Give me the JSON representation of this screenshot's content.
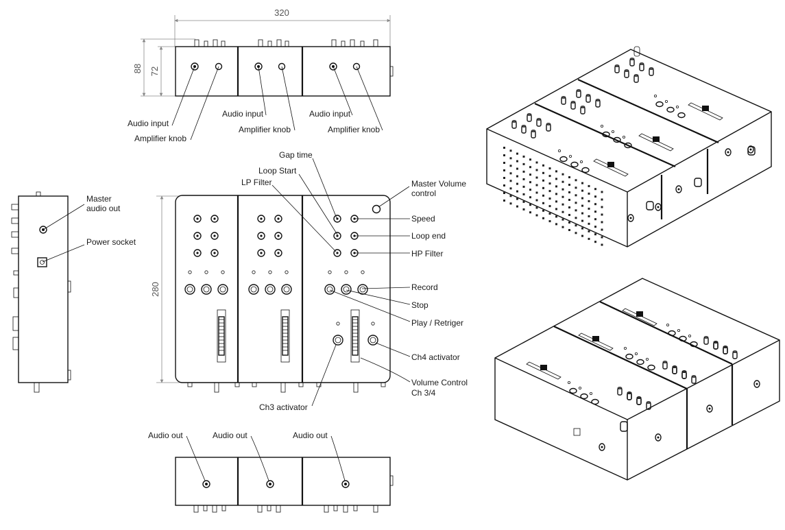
{
  "dimensions": {
    "width": "320",
    "height_outer": "88",
    "height_inner": "72",
    "depth": "280"
  },
  "labels": {
    "audio_input": "Audio input",
    "amplifier_knob": "Amplifier knob",
    "master_audio_out_1": "Master",
    "master_audio_out_2": "audio out",
    "power_socket": "Power socket",
    "gap_time": "Gap time",
    "loop_start": "Loop Start",
    "lp_filter": "LP Filter",
    "master_volume_1": "Master Volume",
    "master_volume_2": "control",
    "speed": "Speed",
    "loop_end": "Loop end",
    "hp_filter": "HP Filter",
    "record": "Record",
    "stop": "Stop",
    "play_retrigger": "Play / Retriger",
    "ch4_activator": "Ch4 activator",
    "volume_control_1": "Volume Control",
    "volume_control_2": "Ch 3/4",
    "ch3_activator": "Ch3 activator",
    "audio_out": "Audio out"
  }
}
